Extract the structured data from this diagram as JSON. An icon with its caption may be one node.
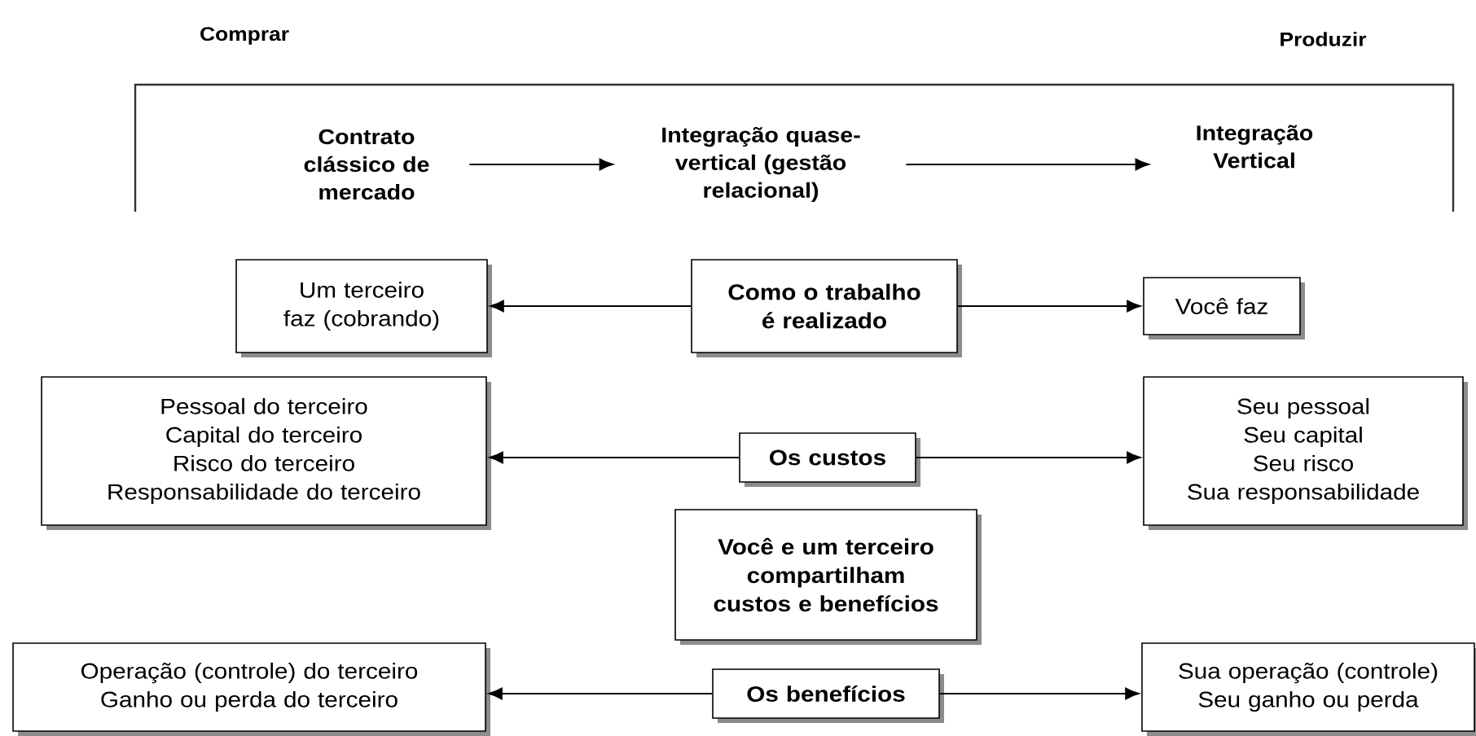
{
  "diagram": {
    "nodes": [
      {
        "text": [
          "Contrato clássico de mercado"
        ]
      },
      {
        "text": [
          "Integração quase-vertical (gestão relacional)"
        ]
      },
      {
        "text": [
          "Integração Vertical"
        ]
      },
      {
        "text": [
          "Um terceiro faz (cobrando)"
        ]
      },
      {
        "text": [
          "Como o trabalho é realizado"
        ]
      },
      {
        "text": [
          "Você faz"
        ]
      },
      {
        "text": [
          "Pessoal do terceiro",
          "Capital do terceiro",
          "Risco do terceiro",
          "Responsabilidade do terceiro"
        ]
      },
      {
        "text": [
          "Os custos"
        ]
      },
      {
        "text": [
          "Seu pessoal",
          "Seu capital",
          "Seu risco",
          "Sua responsabilidade"
        ]
      },
      {
        "text": [
          "Você e um terceiro compartilham custos e benefícios"
        ]
      },
      {
        "text": [
          "Operação (controle) do terceiro",
          "Ganho ou perda do terceiro"
        ]
      },
      {
        "text": [
          "Os benefícios"
        ]
      },
      {
        "text": [
          "Sua operação (controle)",
          "Seu ganho ou perda"
        ]
      }
    ],
    "edges": [
      {
        "from": 0,
        "to": 1,
        "arrow": "to"
      },
      {
        "from": 1,
        "to": 2,
        "arrow": "to"
      },
      {
        "from": 4,
        "to": 3,
        "arrow": "to"
      },
      {
        "from": 4,
        "to": 5,
        "arrow": "to"
      },
      {
        "from": 7,
        "to": 6,
        "arrow": "to"
      },
      {
        "from": 7,
        "to": 8,
        "arrow": "to"
      },
      {
        "from": 11,
        "to": 10,
        "arrow": "to"
      },
      {
        "from": 11,
        "to": 12,
        "arrow": "to"
      }
    ],
    "labels": [
      "Comprar",
      "Produzir"
    ]
  }
}
